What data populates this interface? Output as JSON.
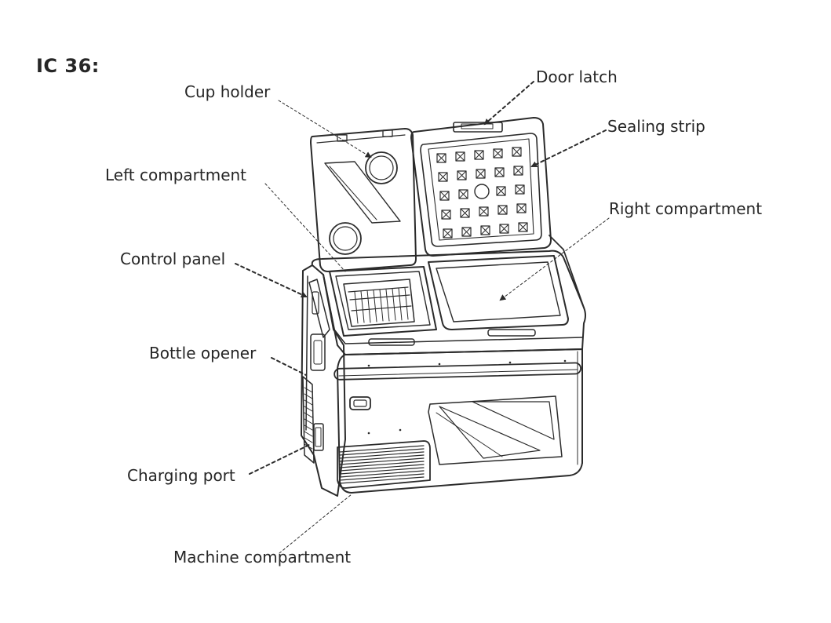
{
  "model": "IC 36:",
  "callouts": {
    "cup_holder": "Cup holder",
    "left_compartment": "Left compartment",
    "control_panel": "Control panel",
    "bottle_opener": "Bottle opener",
    "charging_port": "Charging port",
    "machine_compartment": "Machine compartment",
    "door_latch": "Door latch",
    "sealing_strip": "Sealing strip",
    "right_compartment": "Right compartment"
  },
  "colors": {
    "line": "#2b2b2b",
    "text": "#262626",
    "background": "#ffffff"
  }
}
